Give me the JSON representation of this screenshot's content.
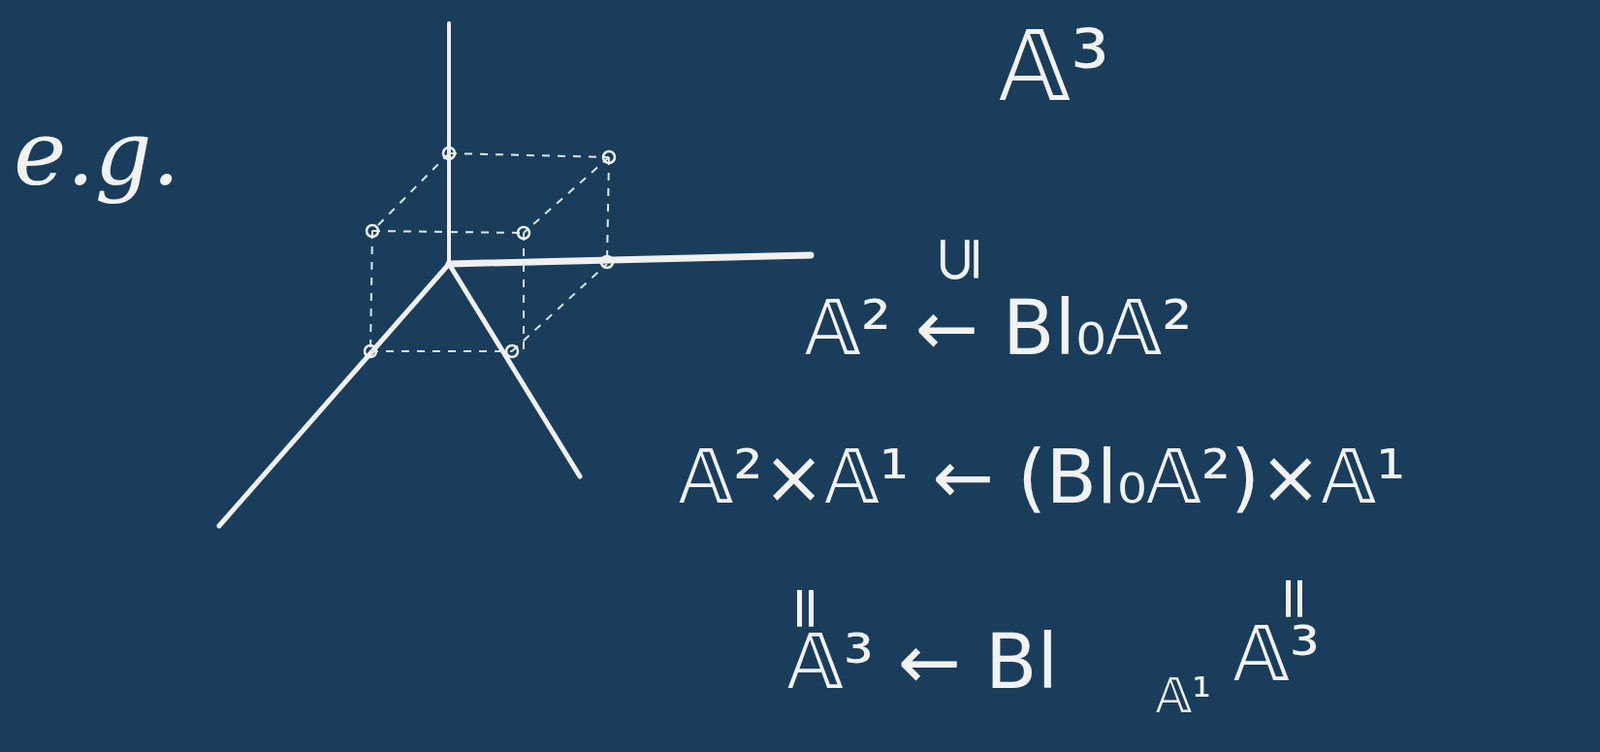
{
  "diagram": {
    "labels": [
      "e.g.",
      "𝔸³",
      "⊆",
      "𝔸² ← Bl₀𝔸²",
      "𝔸²×𝔸¹ ← (Bl₀𝔸²)×𝔸¹",
      "=",
      "=",
      "𝔸³ ← Bl",
      "𝔸¹",
      "𝔸³"
    ]
  }
}
